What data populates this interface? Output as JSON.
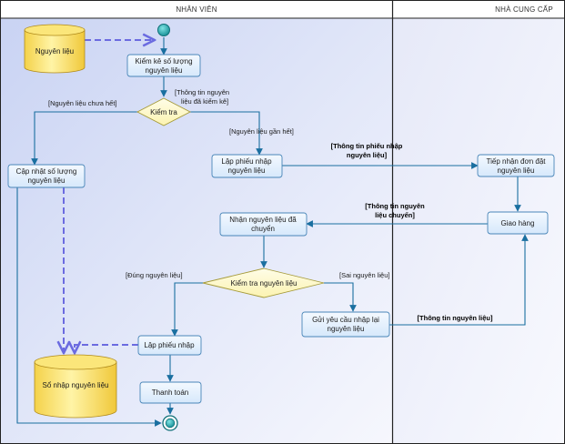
{
  "lanes": {
    "left": "NHÂN VIÊN",
    "right": "NHÀ CUNG CẤP"
  },
  "objects": {
    "raw_material": "Nguyên liệu",
    "import_book": "Sổ nhập nguyên liệu"
  },
  "actions": {
    "check_quantity": [
      "Kiểm kê số lượng",
      "nguyên liệu"
    ],
    "update_quantity": [
      "Cập nhật số lượng",
      "nguyên liệu"
    ],
    "create_import_slip": [
      "Lập phiếu nhập",
      "nguyên liệu"
    ],
    "receive_order": [
      "Tiếp nhận đơn đặt",
      "nguyên liệu"
    ],
    "delivery": [
      "Giao hàng"
    ],
    "receive_material": [
      "Nhận nguyên liệu đã",
      "chuyển"
    ],
    "request_reimport": [
      "Gửi yêu cầu nhập lại",
      "nguyên liệu"
    ],
    "create_slip": [
      "Lập phiếu nhập"
    ],
    "payment": [
      "Thanh toán"
    ]
  },
  "decisions": {
    "check": "Kiểm tra",
    "check_material": "Kiểm tra nguyên liệu"
  },
  "guards": {
    "info_checked": [
      "[Thông tin nguyên",
      "liệu đã kiểm kê]"
    ],
    "not_out": "[Nguyên liệu chưa hết]",
    "almost_out": "[Nguyên liệu gần hết]",
    "correct": "[Đúng nguyên liệu]",
    "wrong": "[Sai nguyên liệu]"
  },
  "messages": {
    "slip_info": [
      "[Thông tin phiếu nhập",
      "nguyên liệu]"
    ],
    "delivered_info": [
      "[Thông tin nguyên",
      "liệu chuyển]"
    ],
    "material_info": "[Thông tin nguyên liệu]"
  },
  "colors": {
    "action_fill": "#ddeeff",
    "action_stroke": "#4a86b8",
    "flow": "#1a6fa0",
    "object_flow": "#6b6be0",
    "object_fill": "#ffeb80",
    "lane_left": "#dde4f8",
    "lane_right": "#eef0fa"
  }
}
